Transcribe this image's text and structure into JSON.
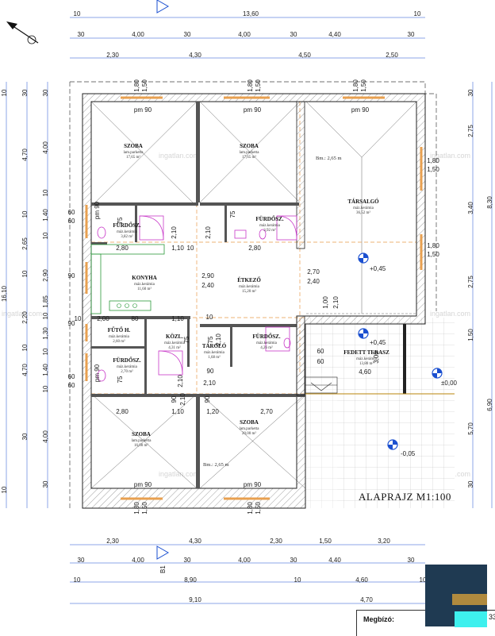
{
  "title": "ALAPRAJZ  M1:100",
  "client_label": "Megbízó:",
  "client_value": "33",
  "watermark": "ingatlan.com",
  "room_height_1": "Bm.: 2,65 m",
  "room_height_2": "Bm.: 2,65 m",
  "section_label": "B1",
  "rooms": {
    "szoba1": {
      "name": "SZOBA",
      "floor": "lam.parketta",
      "area": "17,65 m²"
    },
    "szoba2": {
      "name": "SZOBA",
      "floor": "lam.parketta",
      "area": "17,65 m²"
    },
    "tarsalgo": {
      "name": "TÁRSALGÓ",
      "floor": "máz.kerámia",
      "area": "36,52 m²"
    },
    "furdo1": {
      "name": "FÜRDŐSZ.",
      "floor": "máz.kerámia",
      "area": "3,82 m²"
    },
    "furdo2": {
      "name": "FÜRDŐSZ.",
      "floor": "máz.kerámia",
      "area": "3,92 m²"
    },
    "konyha": {
      "name": "KONYHA",
      "floor": "máz.kerámia",
      "area": "11,60 m²"
    },
    "etkezo": {
      "name": "ÉTKEZŐ",
      "floor": "máz.kerámia",
      "area": "15,20 m²"
    },
    "futo": {
      "name": "FŰTŐ H.",
      "floor": "máz.kerámia",
      "area": "2,60 m²"
    },
    "kozl": {
      "name": "KÖZL.",
      "floor": "máz.kerámia",
      "area": "4,31 m²"
    },
    "tarolo": {
      "name": "TÁROLÓ",
      "floor": "máz.kerámia",
      "area": "1,68 m²"
    },
    "furdo3": {
      "name": "FÜRDŐSZ.",
      "floor": "máz.kerámia",
      "area": "4,26 m²"
    },
    "furdo4": {
      "name": "FÜRDŐSZ.",
      "floor": "máz.kerámia",
      "area": "2,70 m²"
    },
    "terasz": {
      "name": "FEDETT TERASZ",
      "floor": "máz.kerámia",
      "area": "13,80 m²"
    },
    "szoba3": {
      "name": "SZOBA",
      "floor": "lam.parketta",
      "area": "16,00 m²"
    },
    "szoba4": {
      "name": "SZOBA",
      "floor": "lam.parketta",
      "area": "20,00 m²"
    }
  },
  "levels": {
    "l1": "+0,45",
    "l2": "+0,45",
    "l3": "±0,00",
    "l4": "-0,05"
  },
  "dims": {
    "top1": [
      "10",
      "13,60",
      "10"
    ],
    "top2": [
      "30",
      "4,00",
      "30",
      "4,00",
      "30",
      "4,40",
      "30"
    ],
    "top3": [
      "2,30",
      "4,30",
      "4,50",
      "2,50"
    ],
    "topw": [
      "1,80",
      "1,50",
      "1,80",
      "1,50",
      "1,80",
      "1,50"
    ],
    "bot1": [
      "2,30",
      "4,30",
      "2,30",
      "1,50",
      "3,20"
    ],
    "bot2": [
      "30",
      "4,00",
      "30",
      "4,00",
      "30",
      "4,40",
      "30"
    ],
    "bot3": [
      "10",
      "8,90",
      "10",
      "4,60",
      "10"
    ],
    "bot4": [
      "9,10",
      "4,70"
    ],
    "botw": [
      "1,80",
      "1,50",
      "1,80",
      "1,50"
    ],
    "left1": [
      "10",
      "16,10",
      "10"
    ],
    "left2": [
      "30",
      "4,70",
      "10",
      "2,65",
      "10",
      "2,20",
      "10",
      "4,70",
      "30"
    ],
    "left3": [
      "30",
      "4,00",
      "10",
      "1,40",
      "10",
      "2,90",
      "1,85",
      "10",
      "1,30",
      "10",
      "1,40",
      "10",
      "4,00",
      "30"
    ],
    "right1": [
      "30",
      "2,75",
      "3,40",
      "2,75",
      "1,50",
      "30"
    ],
    "right2": [
      "8,30",
      "6,90"
    ],
    "right3": [
      "5,70"
    ],
    "inner": [
      "pm 90",
      "pm 90",
      "pm 90",
      "pm 90",
      "pm 90",
      "pm 90",
      "pm 90",
      "1,80",
      "1,50",
      "1,80",
      "1,50",
      "60",
      "60",
      "60",
      "60",
      "90",
      "90",
      "2,10",
      "2,10",
      "1,10",
      "2,80",
      "2,80",
      "2,90",
      "2,40",
      "2,70",
      "2,40",
      "1,00",
      "2,10",
      "3,00",
      "4,60",
      "60",
      "60",
      "75",
      "75",
      "75",
      "80",
      "1,10",
      "2,00",
      "1,20",
      "2,70",
      "1,10",
      "2,80",
      "90",
      "2,10",
      "2,10",
      "10",
      "10",
      "10",
      "90",
      "90",
      "75",
      "75",
      "2,10",
      "2,10"
    ]
  }
}
